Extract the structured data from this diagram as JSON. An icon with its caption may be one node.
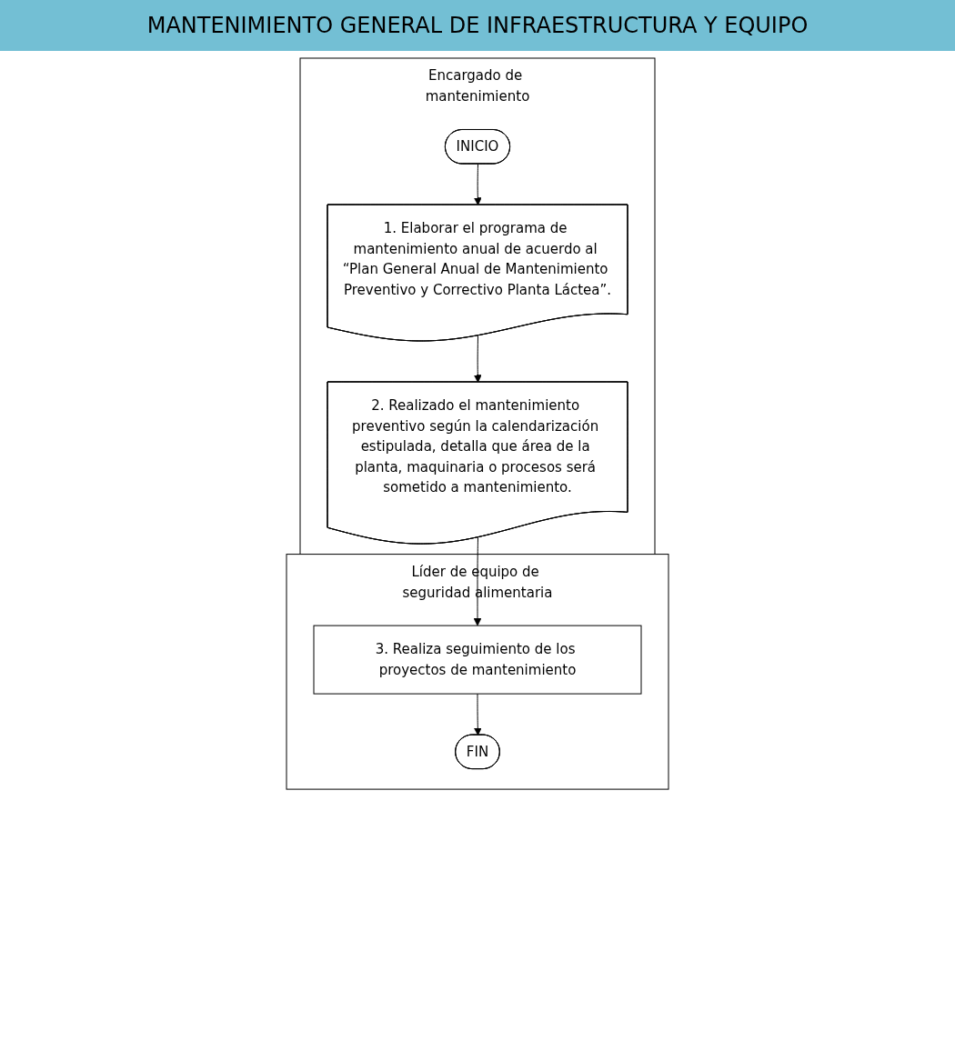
{
  "diagram": {
    "title": "MANTENIMIENTO GENERAL DE INFRAESTRUCTURA Y EQUIPO",
    "nodes": [
      {
        "text": [
          "Líder de equipo de seguridad alimentaria"
        ]
      },
      {
        "text": [
          "Encargado de mantenimiento"
        ]
      },
      {
        "text": [
          "INICIO"
        ],
        "in": 1
      },
      {
        "text": [
          "1. Elaborar el programa de mantenimiento anual de acuerdo al “Plan General Anual de Mantenimiento Preventivo y Correctivo Planta Láctea”."
        ],
        "in": 1
      },
      {
        "text": [
          "2. Realizado el mantenimiento preventivo según la calendarización estipulada, detalla que área de la planta, maquinaria o procesos será sometido a mantenimiento."
        ],
        "in": 1
      },
      {
        "text": [
          "3. Realiza seguimiento de los proyectos de mantenimiento"
        ],
        "in": 0
      },
      {
        "text": [
          "FIN"
        ],
        "in": 0
      }
    ],
    "edges": [
      {
        "from": 2,
        "to": 3,
        "arrow": "to"
      },
      {
        "from": 3,
        "to": 4,
        "arrow": "to"
      },
      {
        "from": 4,
        "to": 5,
        "arrow": "to"
      },
      {
        "from": 5,
        "to": 6,
        "arrow": "to"
      }
    ]
  }
}
